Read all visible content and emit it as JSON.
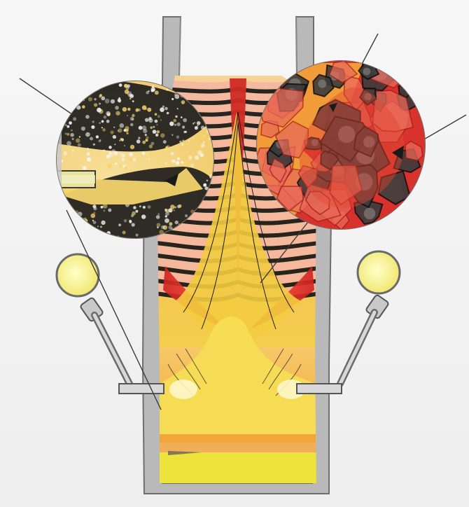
{
  "figure": {
    "subject": "blast-furnace-cross-section",
    "colors": {
      "background": "#f2f2f2",
      "refractory": "#b8b8b8",
      "refractory_edge": "#6d6d6d",
      "ore_layer": "#f4b6a2",
      "coke_layer": "#1b1b1b",
      "cohesive_zone": "#d8262a",
      "hot_gas": "#f5b73a",
      "hearth_slag": "#f3a63b",
      "hot_metal": "#e8e23c",
      "tuyere_lamp": "#f2f08a"
    },
    "zones": [
      {
        "id": "throat",
        "description_shown": false
      },
      {
        "id": "stack-burden-layers"
      },
      {
        "id": "cohesive-zone"
      },
      {
        "id": "dripping-zone"
      },
      {
        "id": "raceway-left"
      },
      {
        "id": "raceway-right"
      },
      {
        "id": "hearth"
      }
    ],
    "callouts": [
      {
        "id": "raceway-detail-magnifier",
        "side": "left"
      },
      {
        "id": "ore-softening-detail-magnifier",
        "side": "right"
      }
    ],
    "icons": [
      "tuyere-blowpipe-icon",
      "hot-blast-lamp-icon"
    ]
  }
}
